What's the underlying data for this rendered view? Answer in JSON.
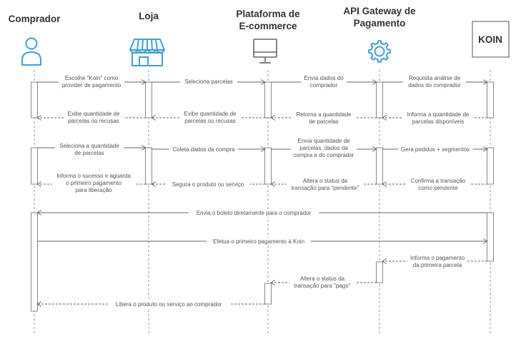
{
  "actors": [
    {
      "title": [
        "Comprador"
      ],
      "icon": "person-icon"
    },
    {
      "title": [
        "Loja"
      ],
      "icon": "store-icon"
    },
    {
      "title": [
        "Plataforma de",
        "E-commerce"
      ],
      "icon": "monitor-icon"
    },
    {
      "title": [
        "API Gateway de",
        "Pagamento"
      ],
      "icon": "gear-icon"
    },
    {
      "title": [
        "KOIN"
      ],
      "icon": "koin-box"
    }
  ],
  "messages": [
    {
      "from": 0,
      "to": 1,
      "dashed": false,
      "lines": [
        "Escolhe \"Koin\" como",
        "provider de pagamento"
      ]
    },
    {
      "from": 1,
      "to": 2,
      "dashed": false,
      "lines": [
        "Seleciona parcelas"
      ]
    },
    {
      "from": 2,
      "to": 3,
      "dashed": false,
      "lines": [
        "Envia dados do",
        "comprador"
      ]
    },
    {
      "from": 3,
      "to": 4,
      "dashed": false,
      "lines": [
        "Requisita análise de",
        "dados do comprador"
      ]
    },
    {
      "from": 4,
      "to": 3,
      "dashed": true,
      "lines": [
        "Informa a quantidade de",
        "parcelas disponíveis"
      ]
    },
    {
      "from": 3,
      "to": 2,
      "dashed": true,
      "lines": [
        "Retorna a quantidade",
        "de parcelas"
      ]
    },
    {
      "from": 2,
      "to": 1,
      "dashed": true,
      "lines": [
        "Exibe quantidade de",
        "parcelas ou recusas"
      ]
    },
    {
      "from": 1,
      "to": 0,
      "dashed": true,
      "lines": [
        "Exibe quantidade de",
        "parcelas ou recusas"
      ]
    },
    {
      "from": 0,
      "to": 1,
      "dashed": false,
      "lines": [
        "Seleciona a quantidade",
        "de parcelas"
      ]
    },
    {
      "from": 1,
      "to": 2,
      "dashed": false,
      "lines": [
        "Coleta dados da compra"
      ]
    },
    {
      "from": 2,
      "to": 3,
      "dashed": false,
      "lines": [
        "Envia quantidade de",
        "parcelas, dados da",
        "compra e do comprador"
      ]
    },
    {
      "from": 3,
      "to": 4,
      "dashed": false,
      "lines": [
        "Gera pedidos + segmentos"
      ]
    },
    {
      "from": 4,
      "to": 3,
      "dashed": true,
      "lines": [
        "Confirma a transação",
        "como pendente"
      ]
    },
    {
      "from": 3,
      "to": 2,
      "dashed": true,
      "lines": [
        "Altera o status da",
        "transação para \"pendente\""
      ]
    },
    {
      "from": 2,
      "to": 1,
      "dashed": true,
      "lines": [
        "Segura o produto ou serviço"
      ]
    },
    {
      "from": 1,
      "to": 0,
      "dashed": true,
      "lines": [
        "Informa o sucesso e aguarda",
        "o primeiro pagamento",
        "para liberação"
      ]
    },
    {
      "from": 4,
      "to": 0,
      "dashed": false,
      "lines": [
        "Envia o boleto diretamente para o comprador"
      ]
    },
    {
      "from": 0,
      "to": 4,
      "dashed": false,
      "lines": [
        "Efetua o primeiro pagamento à Koin"
      ]
    },
    {
      "from": 4,
      "to": 3,
      "dashed": true,
      "lines": [
        "Informa o pagamento",
        "da primeira parcela"
      ]
    },
    {
      "from": 3,
      "to": 2,
      "dashed": true,
      "lines": [
        "Altera o status da",
        "transação para \"pago\""
      ]
    },
    {
      "from": 2,
      "to": 0,
      "dashed": true,
      "lines": [
        "Libera o produto ou serviço ao comprador"
      ]
    }
  ]
}
